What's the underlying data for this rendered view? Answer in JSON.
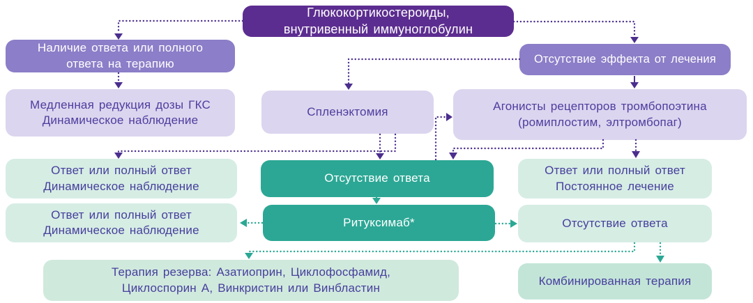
{
  "diagram": {
    "boxes": {
      "gcs_ivig": {
        "line1": "Глюкокортикостероиды,",
        "line2": "внутривенный иммуноглобулин"
      },
      "response_to_therapy": {
        "line1": "Наличие ответа или полного",
        "line2": "ответа на терапию"
      },
      "no_treatment_effect": {
        "line1": "Отсутствие эффекта от лечения"
      },
      "gcs_dose_taper": {
        "line1": "Медленная редукция дозы ГКС",
        "line2": "Динамическое наблюдение"
      },
      "splenectomy": {
        "line1": "Спленэктомия"
      },
      "tpo_agonists": {
        "line1": "Агонисты рецепторов тромбопоэтина",
        "line2": "(ромиплостим, элтромбопаг)"
      },
      "response_observation_1": {
        "line1": "Ответ или полный ответ",
        "line2": "Динамическое наблюдение"
      },
      "no_response_splenectomy": {
        "line1": "Отсутствие ответа"
      },
      "response_continuous": {
        "line1": "Ответ или полный ответ",
        "line2": "Постоянное лечение"
      },
      "response_observation_2": {
        "line1": "Ответ или полный ответ",
        "line2": "Динамическое наблюдение"
      },
      "rituximab": {
        "line1": "Ритуксимаб*"
      },
      "no_response_rituximab": {
        "line1": "Отсутствие ответа"
      },
      "reserve_therapy": {
        "line1": "Терапия резерва: Азатиоприн, Циклофосфамид,",
        "line2": "Циклоспорин А, Винкристин или Винбластин"
      },
      "combination_therapy": {
        "line1": "Комбинированная терапия"
      }
    },
    "colors": {
      "dark_purple": "#5c2d90",
      "medium_purple": "#8c7ec8",
      "lavender": "#dcd5ef",
      "mint": "#d6ede4",
      "mint_dark": "#c3e5d8",
      "teal": "#2ca795",
      "purple_text": "#4f3d9e",
      "purple_arrow": "#4b2e8e",
      "teal_arrow": "#2aa894"
    }
  }
}
